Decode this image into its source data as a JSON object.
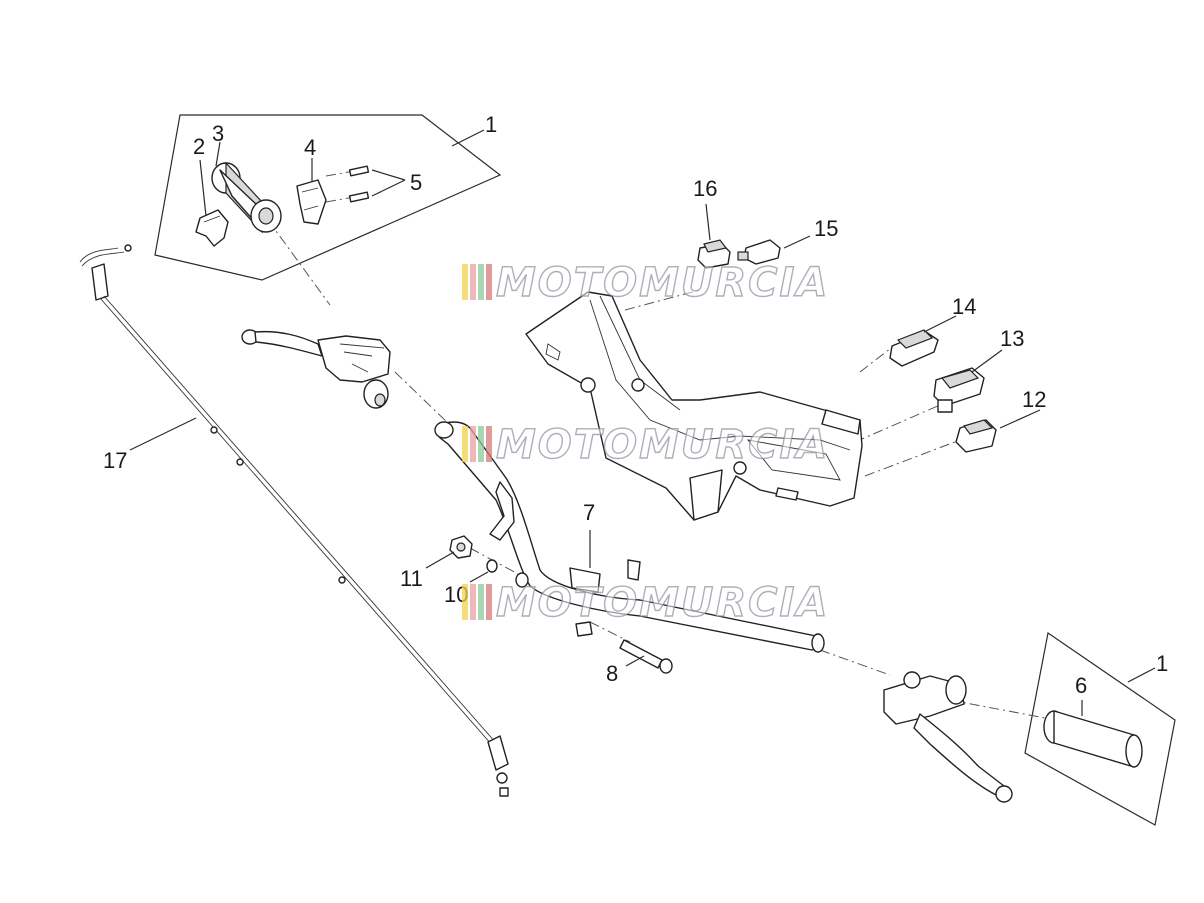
{
  "callouts": [
    {
      "id": "1a",
      "label": "1"
    },
    {
      "id": "2",
      "label": "2"
    },
    {
      "id": "3",
      "label": "3"
    },
    {
      "id": "4",
      "label": "4"
    },
    {
      "id": "5",
      "label": "5"
    },
    {
      "id": "16",
      "label": "16"
    },
    {
      "id": "15",
      "label": "15"
    },
    {
      "id": "14",
      "label": "14"
    },
    {
      "id": "13",
      "label": "13"
    },
    {
      "id": "12",
      "label": "12"
    },
    {
      "id": "17",
      "label": "17"
    },
    {
      "id": "7",
      "label": "7"
    },
    {
      "id": "11",
      "label": "11"
    },
    {
      "id": "10",
      "label": "10"
    },
    {
      "id": "8",
      "label": "8"
    },
    {
      "id": "1b",
      "label": "1"
    },
    {
      "id": "6",
      "label": "6"
    }
  ],
  "watermark": {
    "text": "MOTOMURCIA",
    "stripe_colors": [
      "#f2d24b",
      "#e8a0a0",
      "#8ec99a",
      "#d77a7a"
    ]
  }
}
